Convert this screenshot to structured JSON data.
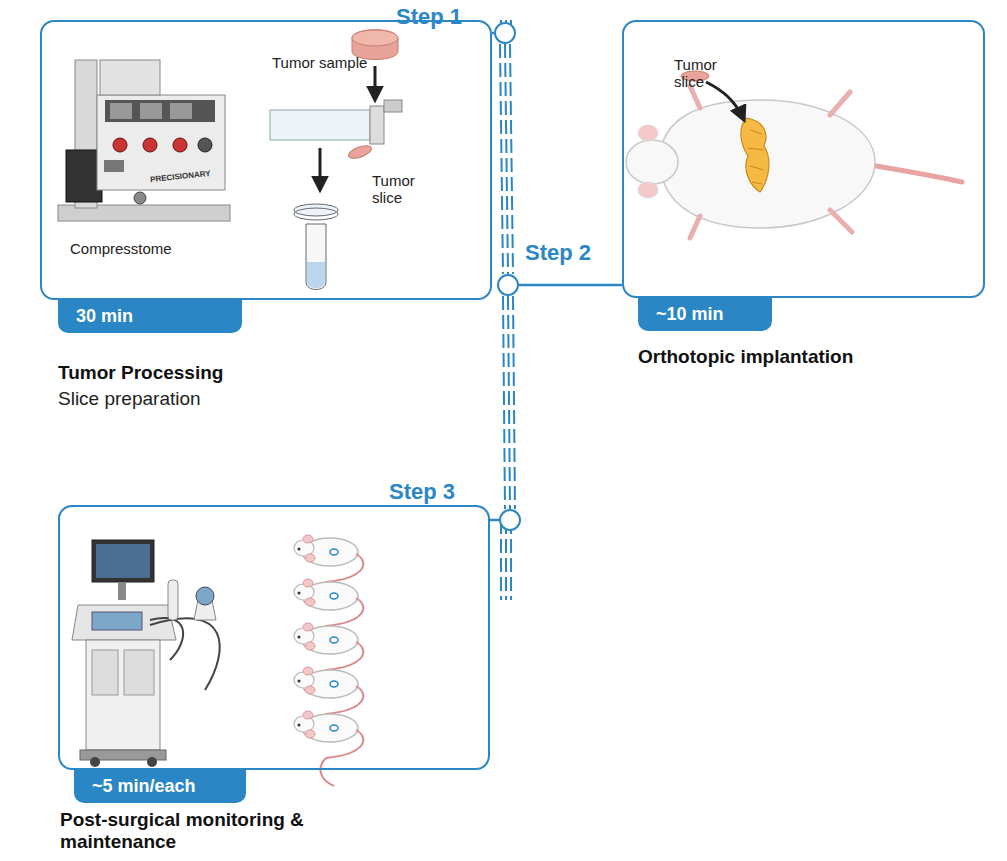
{
  "diagram": {
    "nodes": [
      {
        "text": [
          "Tumor sample",
          "Compresstome",
          "Tumor slice",
          "30 min",
          "Tumor Processing",
          "Slice preparation"
        ]
      },
      {
        "text": [
          "Step 1"
        ]
      },
      {
        "text": [
          "Step 2"
        ]
      },
      {
        "text": [
          "Tumor slice",
          "~10 min",
          "Orthotopic implantation"
        ]
      },
      {
        "text": [
          "Step 3"
        ]
      },
      {
        "text": [
          "~5 min/each",
          "Post-surgical monitoring & maintenance"
        ]
      }
    ],
    "edges": [
      {
        "from": 0,
        "to": 1,
        "arrow": "none"
      },
      {
        "from": 2,
        "to": 3,
        "arrow": "none"
      },
      {
        "from": 5,
        "to": 4,
        "arrow": "none"
      },
      {
        "from": 1,
        "to": 2,
        "arrow": "none"
      },
      {
        "from": 2,
        "to": 4,
        "arrow": "none"
      }
    ],
    "labels": [
      "PRECISIONARY"
    ]
  }
}
